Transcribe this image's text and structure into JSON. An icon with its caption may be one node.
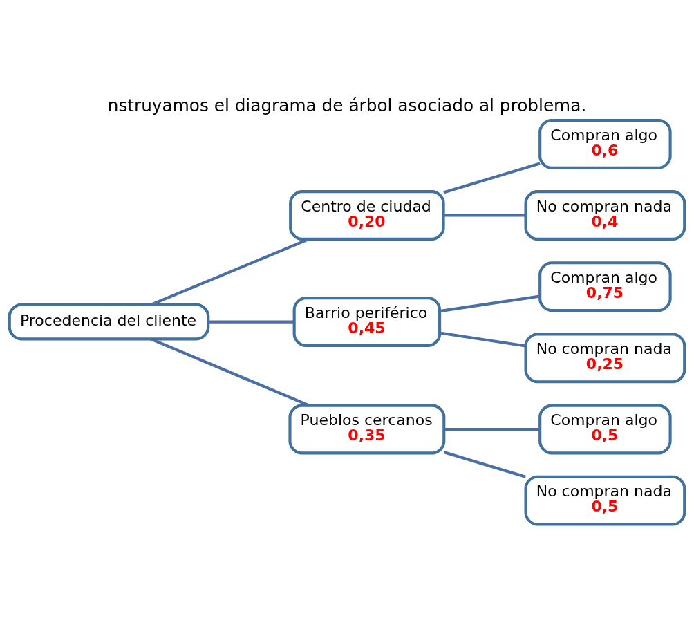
{
  "diagram": {
    "title": "nstruyamos el diagrama de árbol asociado al problema.",
    "nodes": [
      {
        "text": [
          "Procedencia del cliente"
        ]
      },
      {
        "text": [
          "Centro de ciudad",
          "0,20"
        ]
      },
      {
        "text": [
          "Compran algo",
          "0,6"
        ]
      },
      {
        "text": [
          "No compran nada",
          "0,4"
        ]
      },
      {
        "text": [
          "Barrio periférico",
          "0,45"
        ]
      },
      {
        "text": [
          "Compran algo",
          "0,75"
        ]
      },
      {
        "text": [
          "No compran nada",
          "0,25"
        ]
      },
      {
        "text": [
          "Pueblos cercanos",
          "0,35"
        ]
      },
      {
        "text": [
          "Compran algo",
          "0,5"
        ]
      },
      {
        "text": [
          "No compran nada",
          "0,5"
        ]
      }
    ],
    "edges": [
      {
        "from": 0,
        "to": 1,
        "arrow": "none"
      },
      {
        "from": 0,
        "to": 4,
        "arrow": "none"
      },
      {
        "from": 0,
        "to": 7,
        "arrow": "none"
      },
      {
        "from": 1,
        "to": 2,
        "arrow": "none"
      },
      {
        "from": 1,
        "to": 3,
        "arrow": "none"
      },
      {
        "from": 4,
        "to": 5,
        "arrow": "none"
      },
      {
        "from": 4,
        "to": 6,
        "arrow": "none"
      },
      {
        "from": 7,
        "to": 8,
        "arrow": "none"
      },
      {
        "from": 7,
        "to": 9,
        "arrow": "none"
      }
    ]
  }
}
